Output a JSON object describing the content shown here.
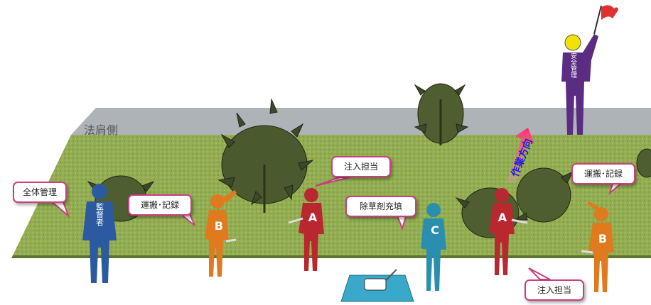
{
  "shoulder_label": "法肩側",
  "direction_label": "作業方向",
  "safety_badge": "安全管理",
  "supervisor_badge": "監督者",
  "workers": {
    "a1": "A",
    "a2": "A",
    "b1": "B",
    "b2": "B",
    "c1": "C"
  },
  "callouts": {
    "overall": "全体管理",
    "carry_left": "運搬･記録",
    "inject_top": "注入担当",
    "herbicide": "除草剤充填",
    "carry_right": "運搬･記録",
    "inject_bottom": "注入担当"
  },
  "colors": {
    "supervisor": "#2c5aa0",
    "carrier": "#e07a1f",
    "injector": "#b8282e",
    "filler": "#2a8fae",
    "safety": "#5a2d82",
    "field": "#8fa84d",
    "shoulder": "#aeb3b8",
    "callout_border": "#c8407e"
  }
}
